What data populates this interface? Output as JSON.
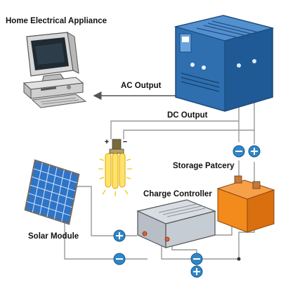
{
  "labels": {
    "home_appliance": "Home Electrical Appliance",
    "ac_output": "AC Output",
    "dc_output": "DC Output",
    "storage": "Storage Patcery",
    "charge_controller": "Charge Controller",
    "solar_module": "Solar Module"
  },
  "bulb_polarity": {
    "plus": "+",
    "minus": "−"
  },
  "colors": {
    "inverter_blue": "#2f6fb0",
    "battery_orange": "#f28a1c",
    "wire": "#9a9a9a",
    "terminal": "#2f86c6",
    "bulb_glow": "#f5c400",
    "solar_cell": "#2e74c8"
  }
}
